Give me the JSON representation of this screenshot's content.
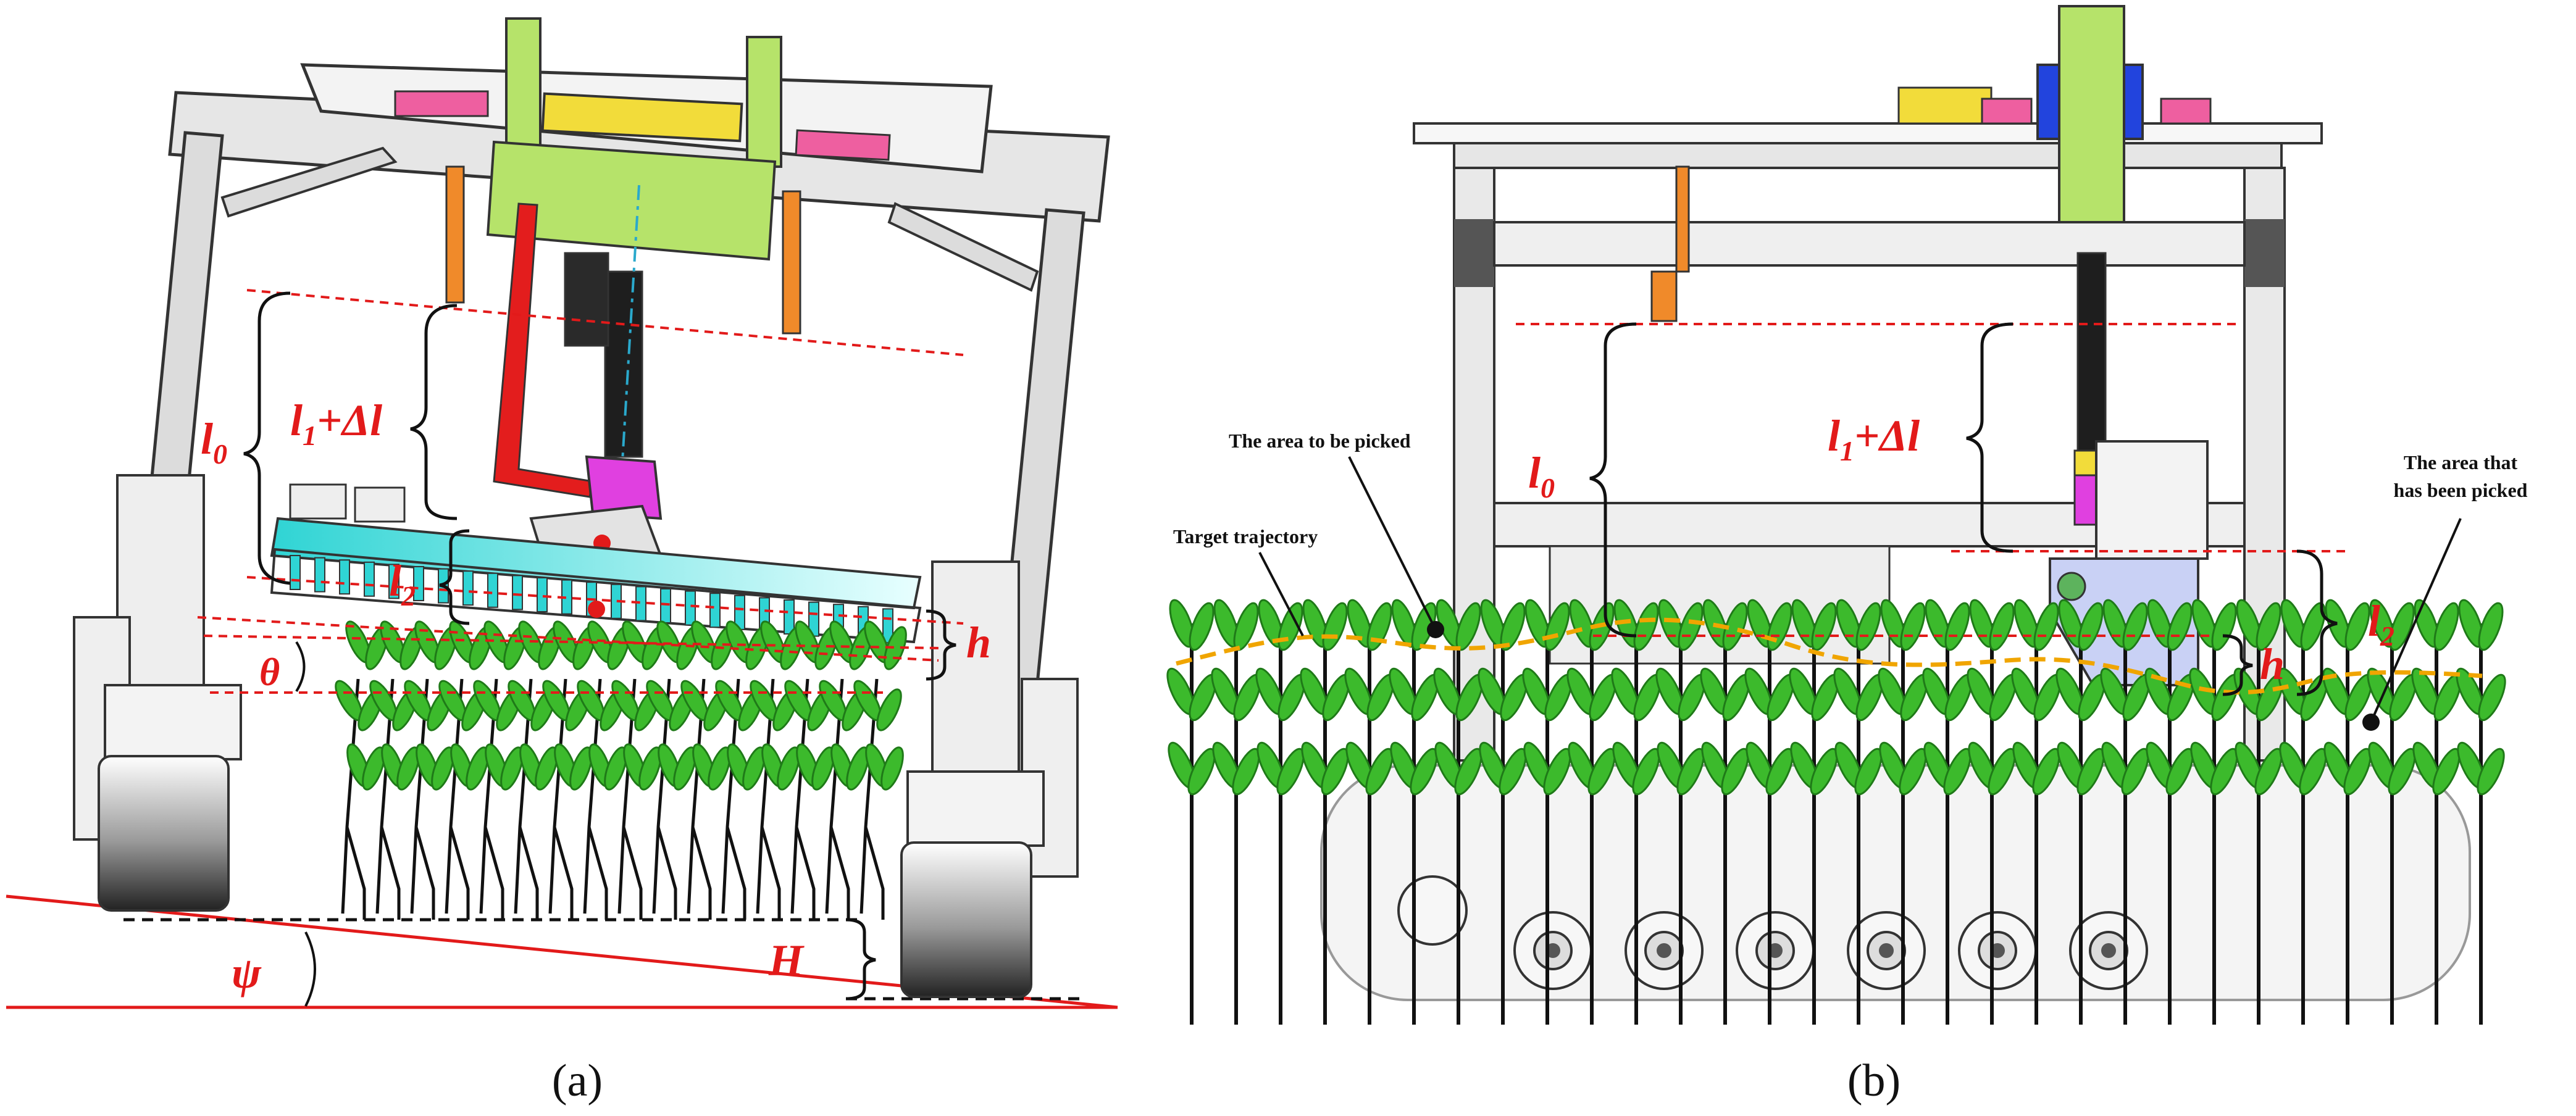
{
  "panel_a": {
    "caption": "(a)",
    "labels": {
      "l0": "l",
      "l0_sub": "0",
      "l1": "l",
      "l1_sub": "1",
      "l1_suffix": "+Δl",
      "l2": "l",
      "l2_sub": "2",
      "h": "h",
      "theta": "θ",
      "H": "H",
      "psi": "ψ"
    }
  },
  "panel_b": {
    "caption": "(b)",
    "labels": {
      "l0": "l",
      "l0_sub": "0",
      "l1": "l",
      "l1_sub": "1",
      "l1_suffix": "+Δl",
      "l2": "l",
      "l2_sub": "2",
      "h": "h"
    },
    "annotations": {
      "area_to_pick": "The area to be picked",
      "target_trajectory": "Target trajectory",
      "area_picked_1": "The area that",
      "area_picked_2": "has been picked"
    }
  },
  "colors": {
    "dimension_red": "#e21a1a",
    "leaf_green": "#3cba2c",
    "trajectory_orange": "#f0a500",
    "frame_gray": "#d9d9d9",
    "actuator_green": "#b6e36a",
    "pink": "#ee5fa0",
    "magenta": "#e040e0",
    "blue": "#2244dd",
    "yellow": "#f2dc3a"
  }
}
